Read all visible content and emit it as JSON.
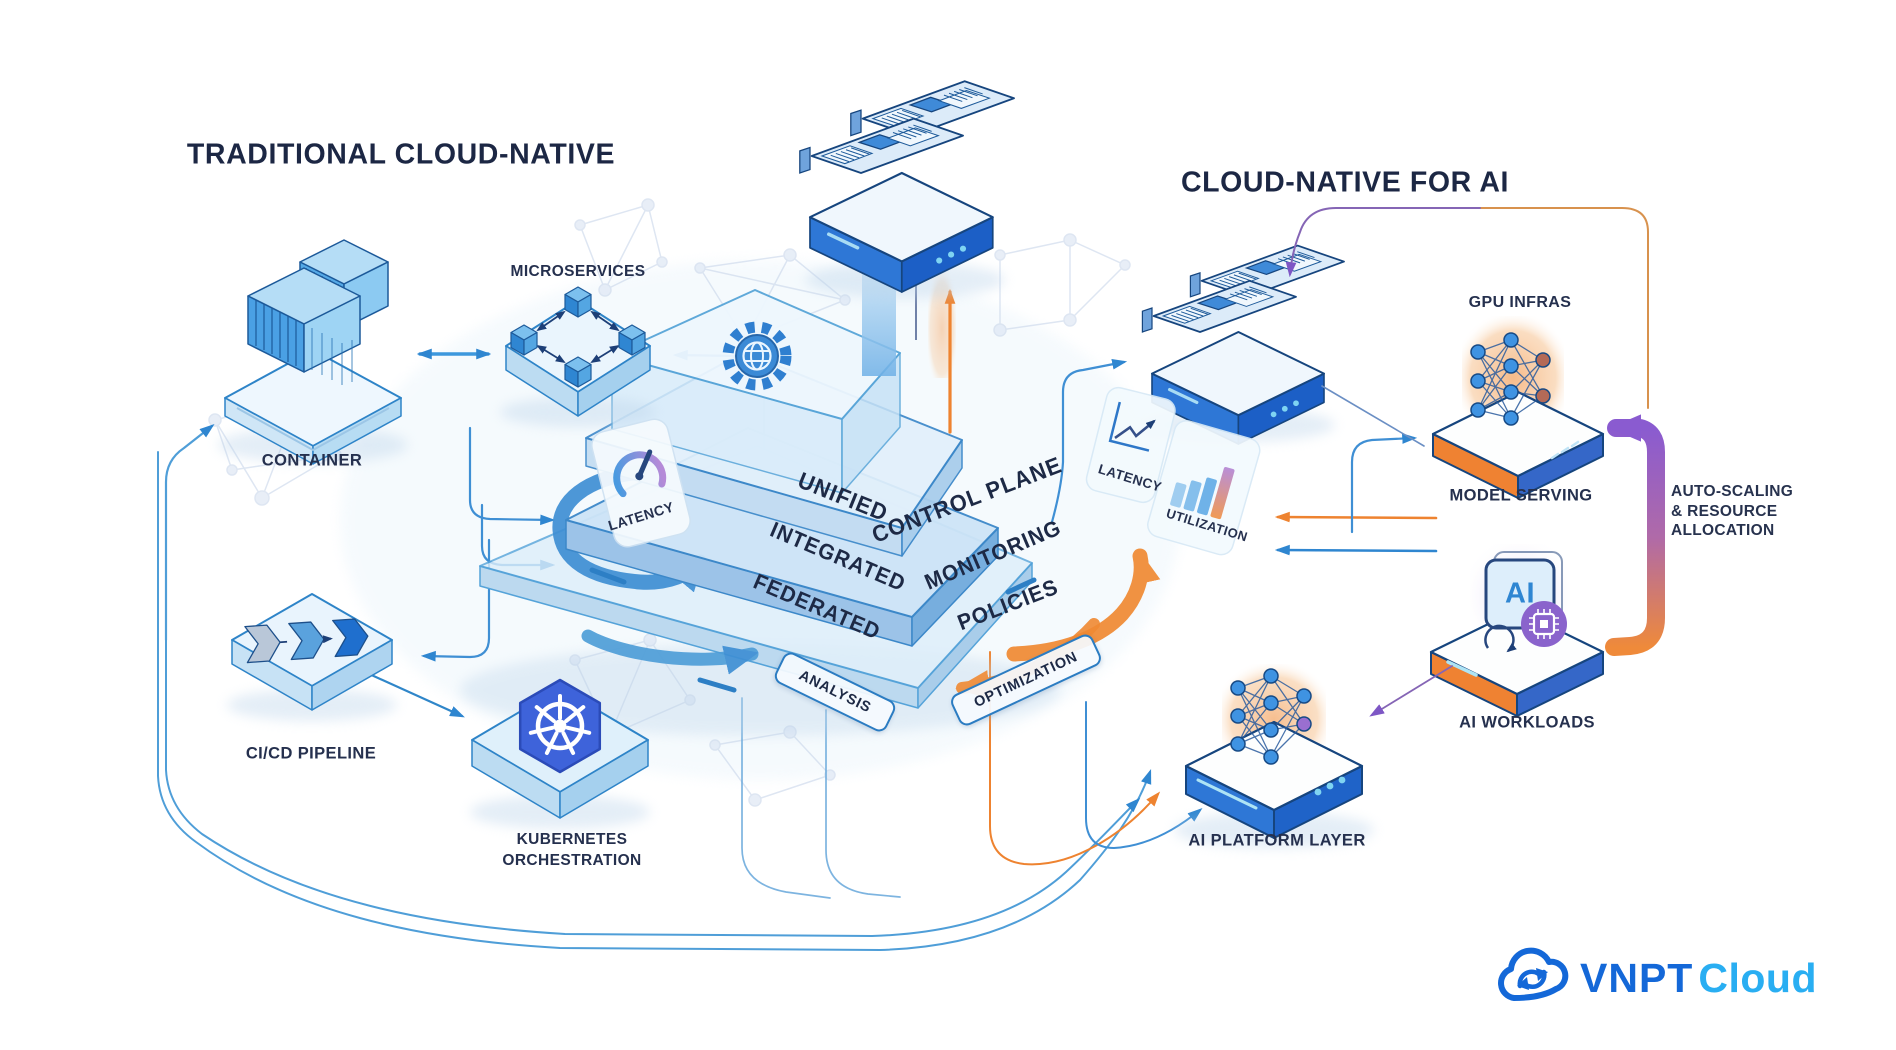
{
  "titles": {
    "left": "TRADITIONAL CLOUD-NATIVE",
    "right": "CLOUD-NATIVE FOR AI"
  },
  "nodes": {
    "container": "CONTAINER",
    "microservices": "MICROSERVICES",
    "cicd": "CI/CD PIPELINE",
    "kubernetes_line1": "KUBERNETES",
    "kubernetes_line2": "ORCHESTRATION",
    "gpu_infras": "GPU INFRAS",
    "model_serving": "MODEL SERVING",
    "ai_workloads": "AI WORKLOADS",
    "ai_platform": "AI PLATFORM LAYER"
  },
  "platform": {
    "tier1_left": "UNIFIED",
    "tier1_right": "CONTROL PLANE",
    "tier2_left": "INTEGRATED",
    "tier2_right": "MONITORING",
    "tier3_left": "FEDERATED",
    "tier3_right": "POLICIES",
    "pill_analysis": "ANALYSIS",
    "pill_optimization": "OPTIMIZATION"
  },
  "cards": {
    "gauge": "LATENCY",
    "latency": "LATENCY",
    "utilization": "UTILIZATION"
  },
  "annotations": {
    "autoscaling_lines": [
      "AUTO-SCALING",
      "& RESOURCE",
      "ALLOCATION"
    ],
    "ai_chip": "AI"
  },
  "logo": {
    "brand": "VNPT",
    "product": "Cloud"
  },
  "colors": {
    "navy_text": "#25304e",
    "blue": "#2f86d0",
    "light_blue": "#bcdcf2",
    "orange": "#ef8232",
    "purple": "#8a5bd0",
    "kubernetes_blue": "#3e63da",
    "logo_blue": "#1468d8",
    "logo_cyan": "#29aef2"
  }
}
